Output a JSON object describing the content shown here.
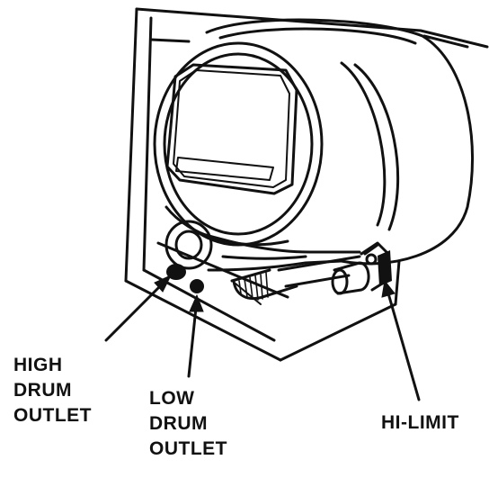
{
  "labels": {
    "high_drum_outlet": [
      "HIGH",
      "DRUM",
      "OUTLET"
    ],
    "low_drum_outlet": [
      "LOW",
      "DRUM",
      "OUTLET"
    ],
    "hi_limit": [
      "HI-LIMIT"
    ]
  },
  "colors": {
    "ink": "#111111",
    "background": "#ffffff"
  }
}
